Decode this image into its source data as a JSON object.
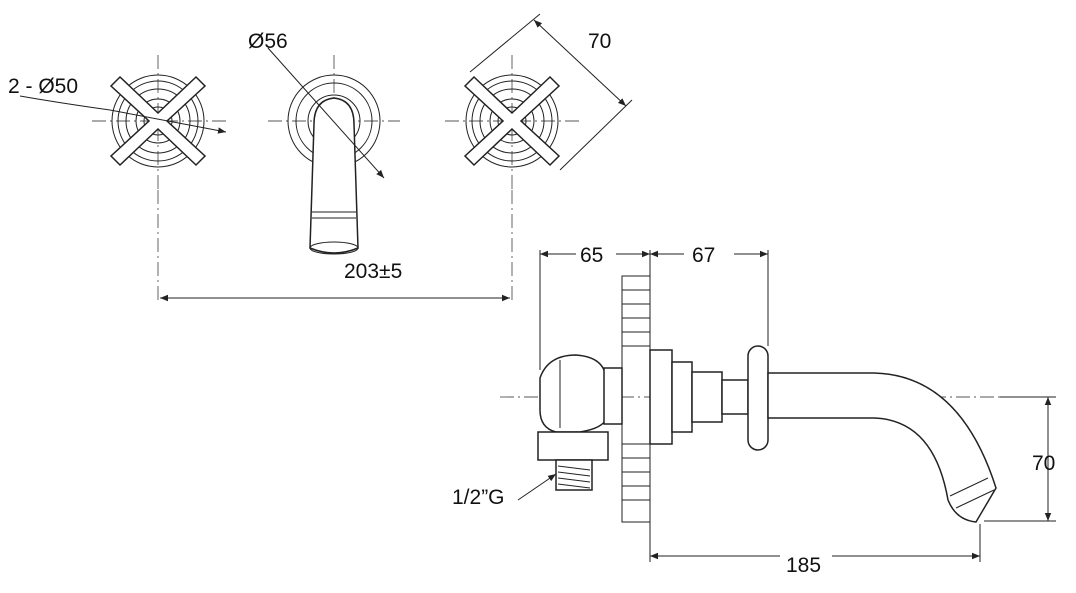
{
  "dimensions": {
    "valve_diameter": "2 - Ø50",
    "spout_rosette_diameter": "Ø56",
    "handle_width": "70",
    "centre_distance": "203±5",
    "depth_behind_wall": "65",
    "depth_in_front_of_wall": "67",
    "spout_drop": "70",
    "spout_projection": "185",
    "thread": "1/2”G"
  }
}
